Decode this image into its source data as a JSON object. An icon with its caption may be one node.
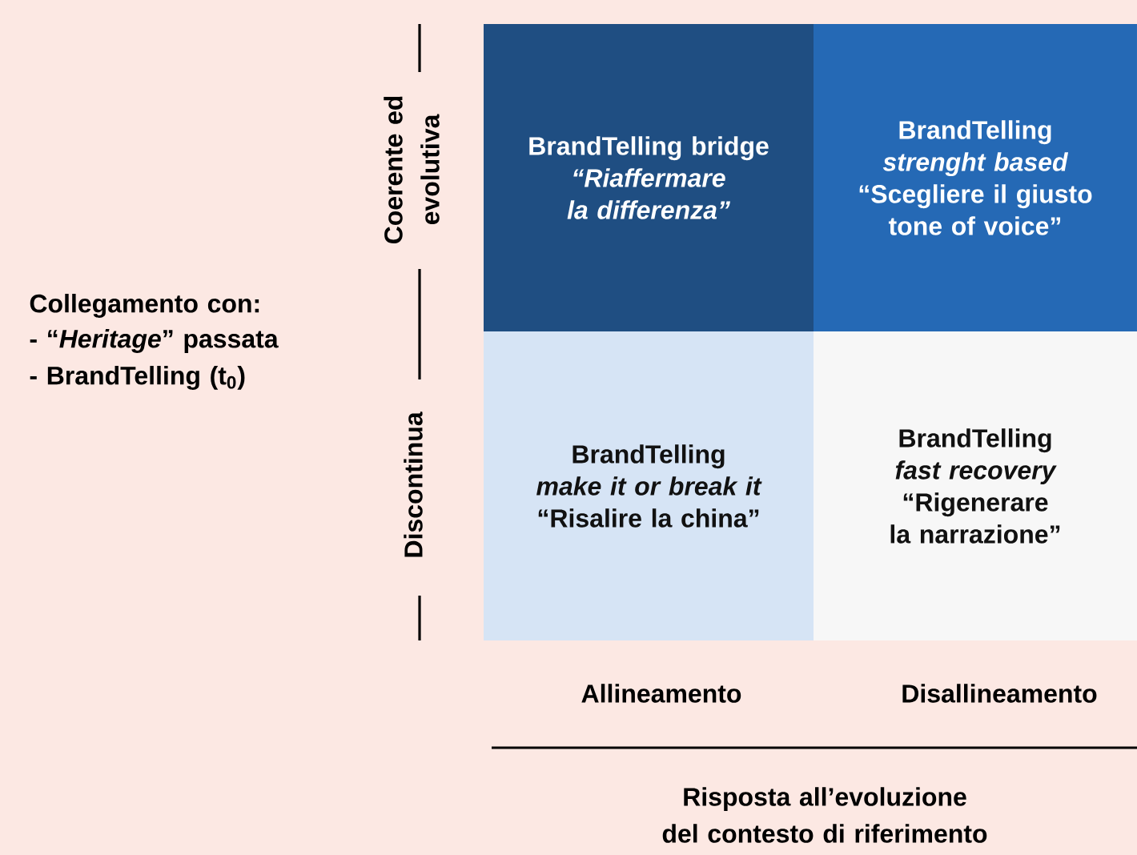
{
  "diagram": {
    "nodes": [
      {
        "text": [
          "BrandTelling bridge",
          "“Riaffermare la differenza”"
        ]
      },
      {
        "text": [
          "BrandTelling",
          "strenght based",
          "“Scegliere il giusto tone of voice”"
        ]
      },
      {
        "text": [
          "BrandTelling",
          "make it or break it",
          "“Risalire la china”"
        ]
      },
      {
        "text": [
          "BrandTelling",
          "fast recovery",
          "“Rigenerare la narrazione”"
        ]
      }
    ],
    "labels": [
      "Coerente ed evolutiva",
      "Collegamento con:",
      "- “*Heritage*” passata",
      "- BrandTelling (t$_{0}$)",
      "Discontinua",
      "Allineamento",
      "Disallineamento",
      "Risposta all’evoluzione del contesto di riferimento"
    ]
  }
}
